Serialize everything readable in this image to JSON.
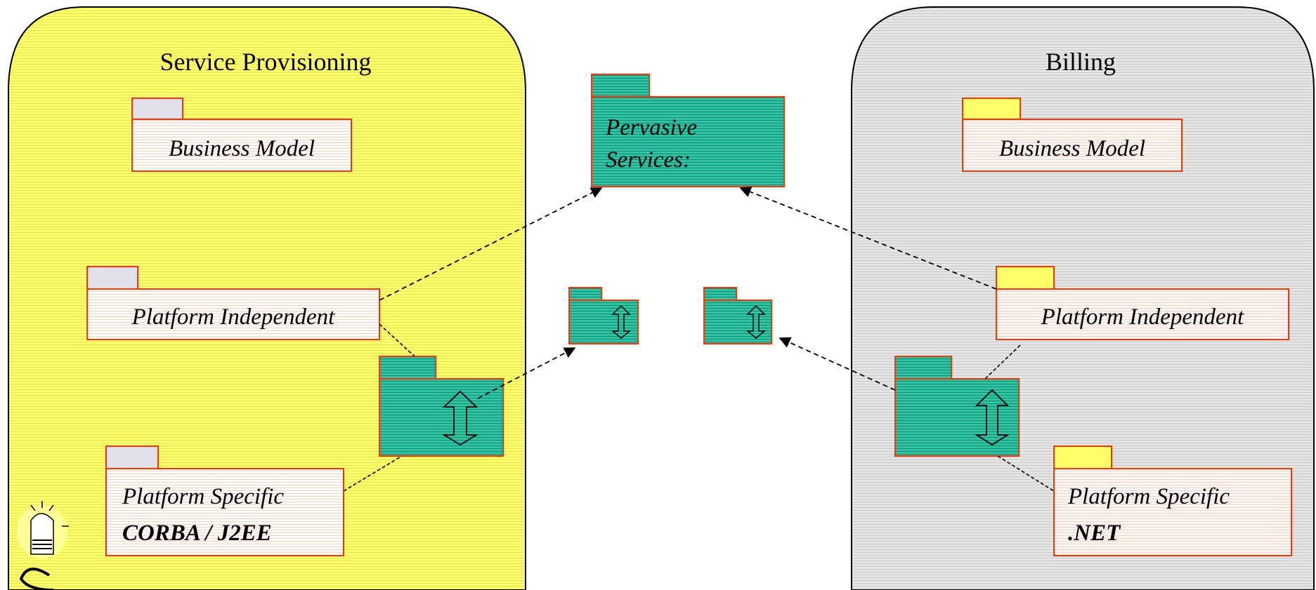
{
  "left_domain": {
    "title": "Service Provisioning",
    "business_model": "Business Model",
    "platform_independent": "Platform Independent",
    "platform_specific": "Platform Specific",
    "platform_specific_tech": "CORBA / J2EE"
  },
  "right_domain": {
    "title": "Billing",
    "business_model": "Business Model",
    "platform_independent": "Platform Independent",
    "platform_specific": "Platform Specific",
    "platform_specific_tech": ".NET"
  },
  "center": {
    "pervasive_line1": "Pervasive",
    "pervasive_line2": "Services:"
  },
  "colors": {
    "left_bg": "#ffff66",
    "right_bg": "#dcdcdc",
    "teal": "#1fb89a",
    "package_border": "#ff3300",
    "tab_grey": "#e0e0e8",
    "tab_yellow": "#ffff66"
  }
}
